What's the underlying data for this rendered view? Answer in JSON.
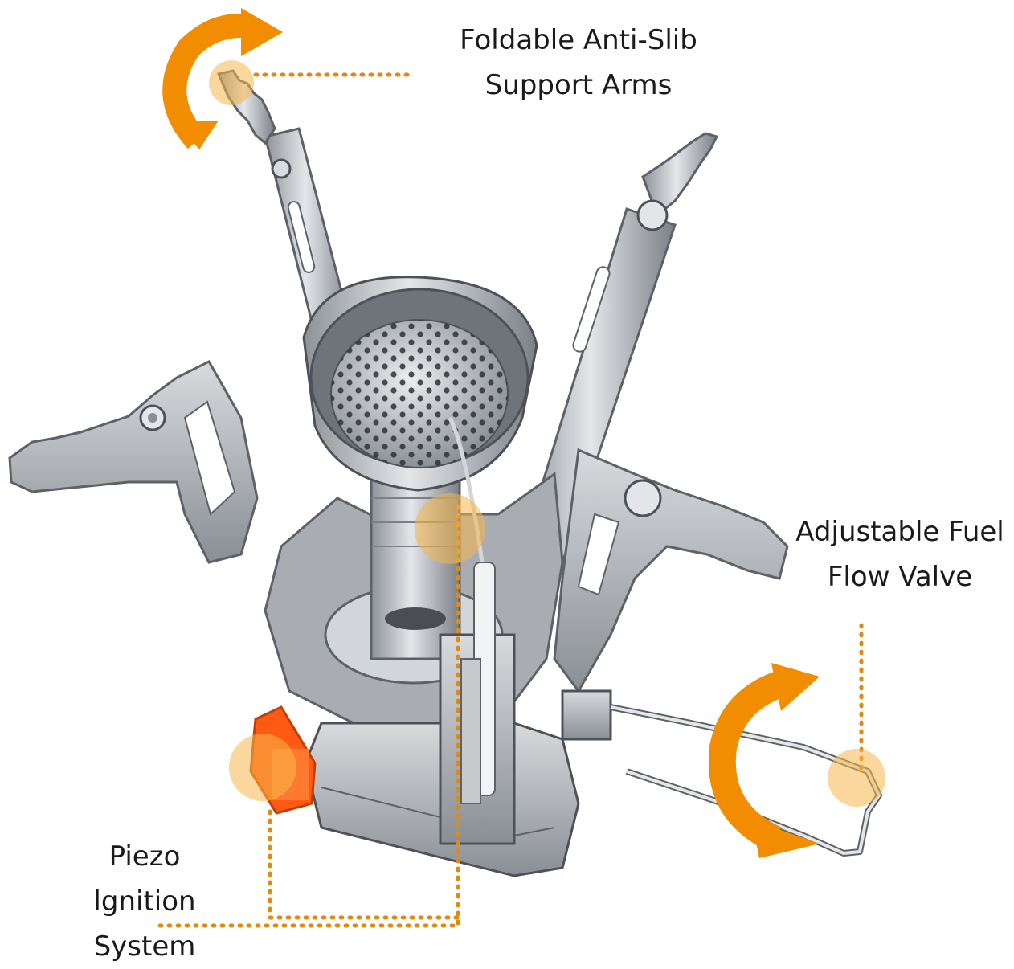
{
  "callouts": {
    "support_arms": {
      "line1": "Foldable Anti-Slib",
      "line2": "Support Arms"
    },
    "fuel_valve": {
      "line1": "Adjustable Fuel",
      "line2": "Flow Valve"
    },
    "ignition": {
      "line1": "Piezo",
      "line2": "lgnition",
      "line3": "System"
    }
  },
  "colors": {
    "accent_orange": "#f28c00",
    "highlight_circle": "#f6b64a",
    "dotted_line": "#e08a10",
    "steel": "#b9bdc2",
    "steel_dark": "#6d7278",
    "ignition_button": "#ff5a14"
  }
}
